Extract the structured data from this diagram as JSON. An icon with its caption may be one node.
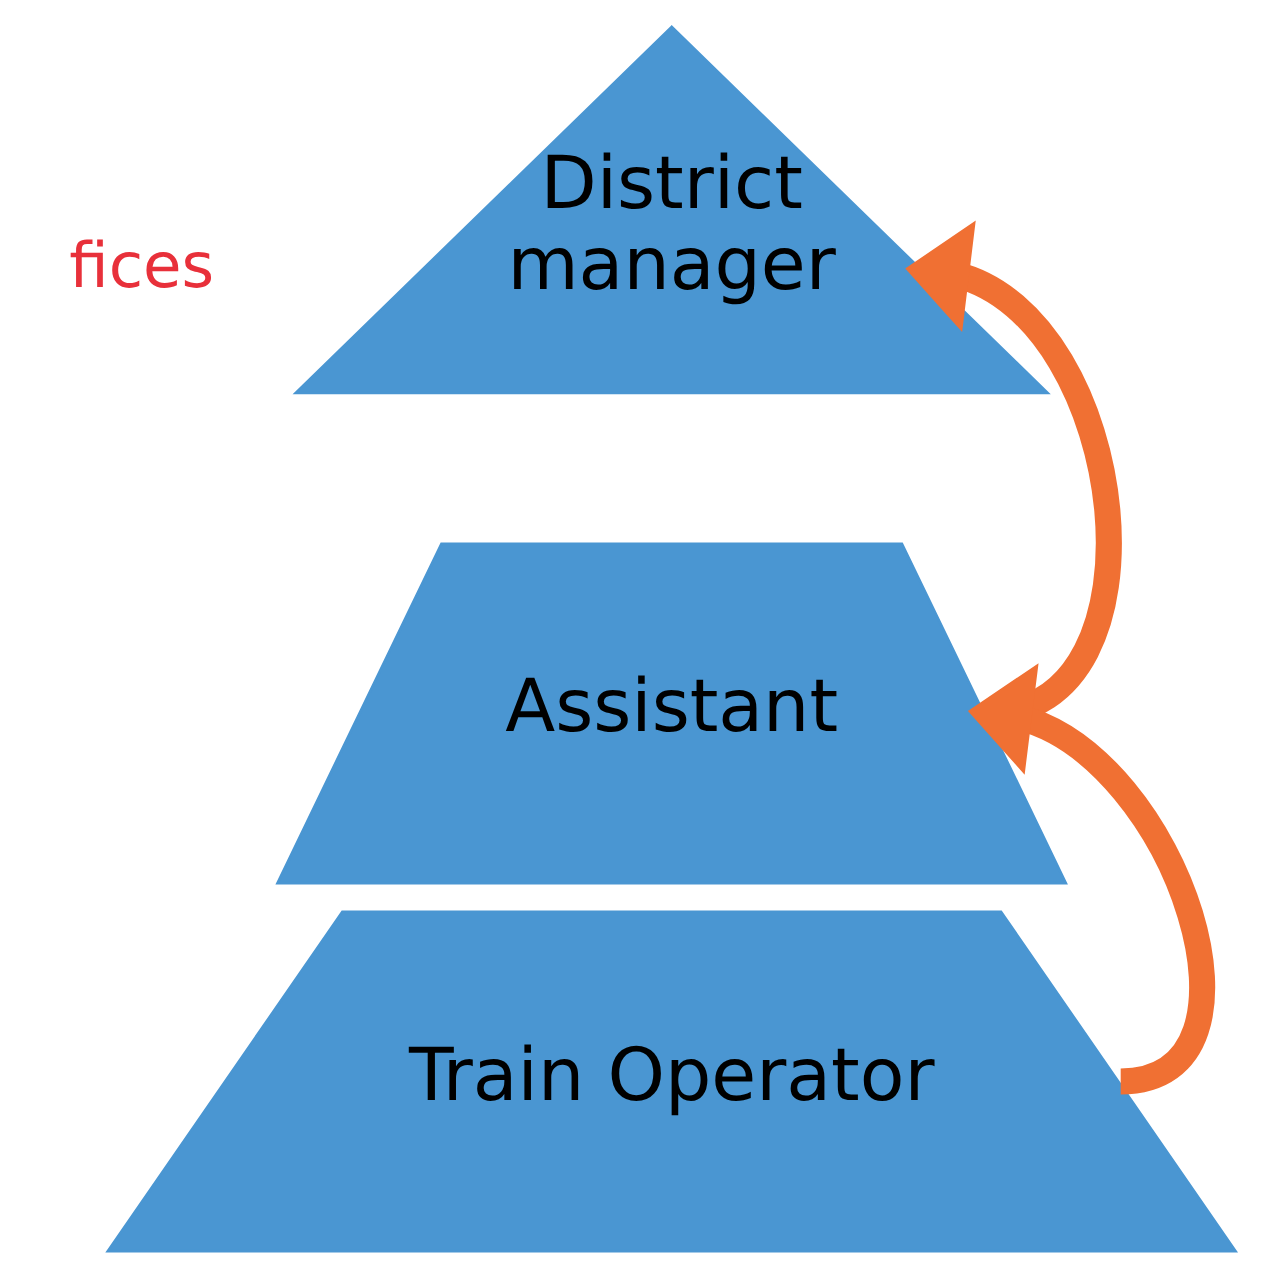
{
  "diagram": {
    "nodes": [
      {
        "text": [
          "District manager"
        ]
      },
      {
        "text": [
          "Assistant"
        ]
      },
      {
        "text": [
          "Train Operator"
        ]
      }
    ],
    "edges": [
      {
        "from": 2,
        "to": 1,
        "arrow": "to"
      },
      {
        "from": 1,
        "to": 0,
        "arrow": "to"
      }
    ],
    "labels": [
      "fices"
    ]
  }
}
